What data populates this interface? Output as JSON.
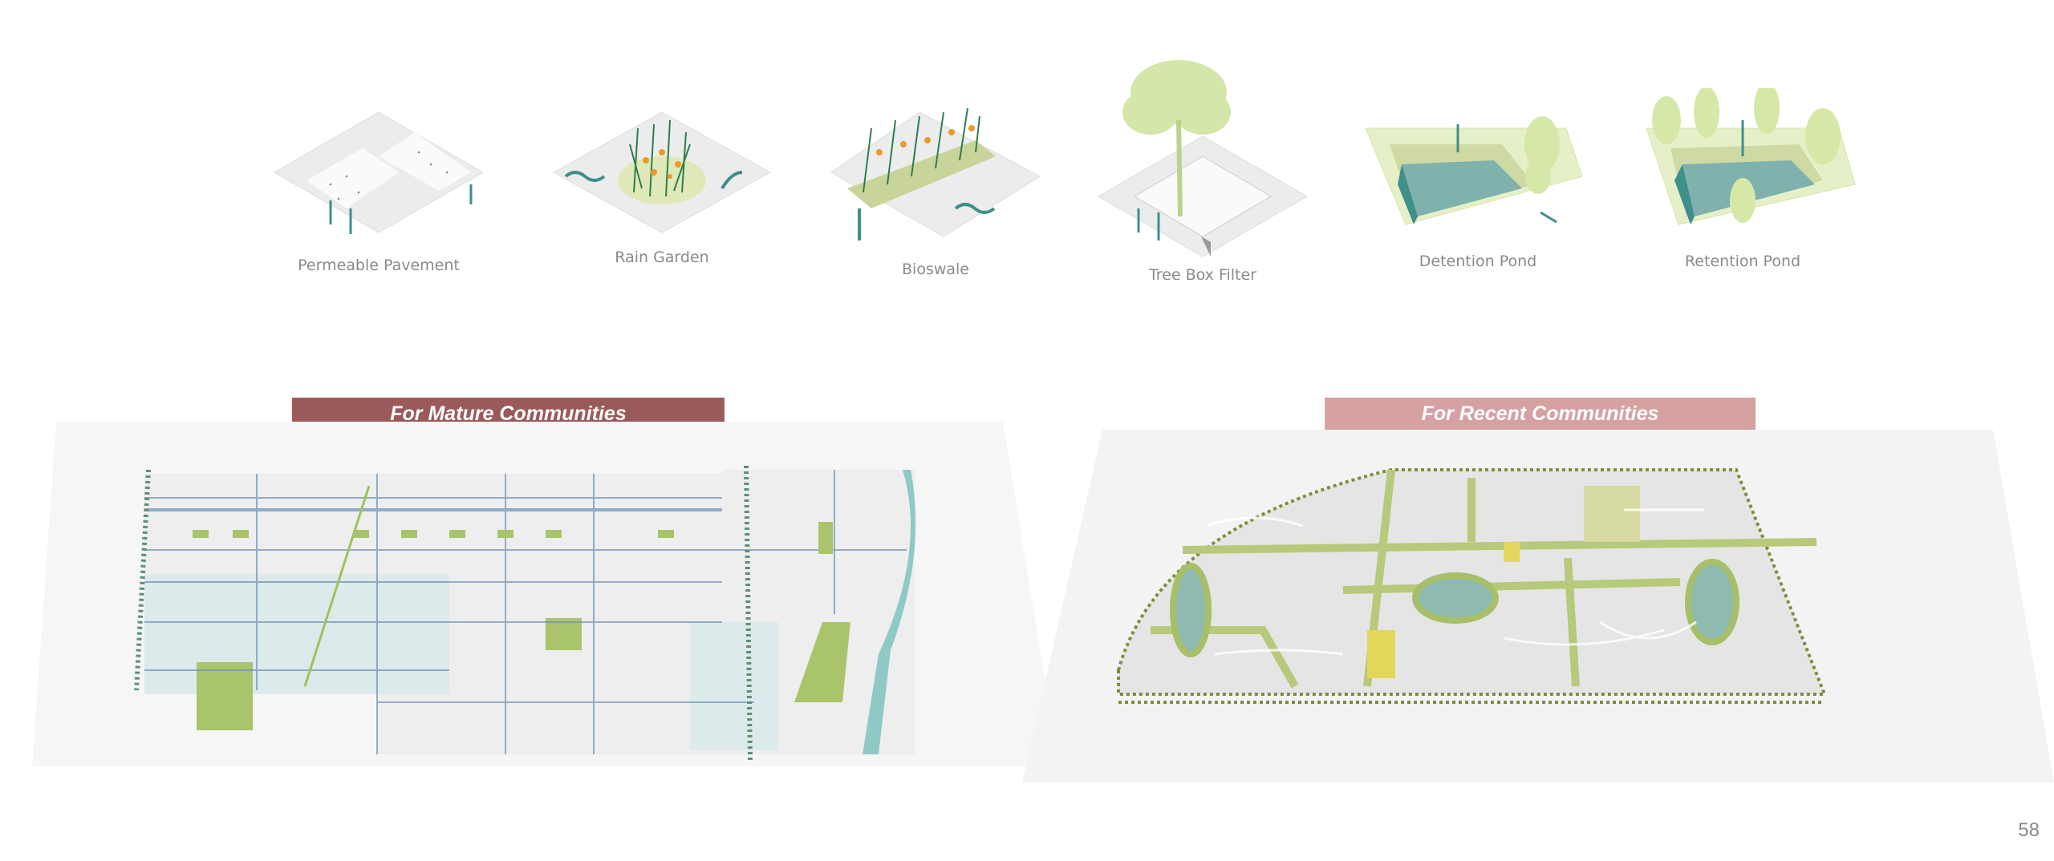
{
  "techniques": [
    {
      "label": "Permeable Pavement",
      "icon": "permeable-pavement-icon"
    },
    {
      "label": "Rain Garden",
      "icon": "rain-garden-icon"
    },
    {
      "label": "Bioswale",
      "icon": "bioswale-icon"
    },
    {
      "label": "Tree Box Filter",
      "icon": "tree-box-filter-icon"
    },
    {
      "label": "Detention Pond",
      "icon": "detention-pond-icon"
    },
    {
      "label": "Retention Pond",
      "icon": "retention-pond-icon"
    }
  ],
  "sections": {
    "mature": {
      "title": "For Mature Communities",
      "color": "#9b5a5a"
    },
    "recent": {
      "title": "For Recent Communities",
      "color": "#d6a1a1"
    }
  },
  "page_number": "58"
}
